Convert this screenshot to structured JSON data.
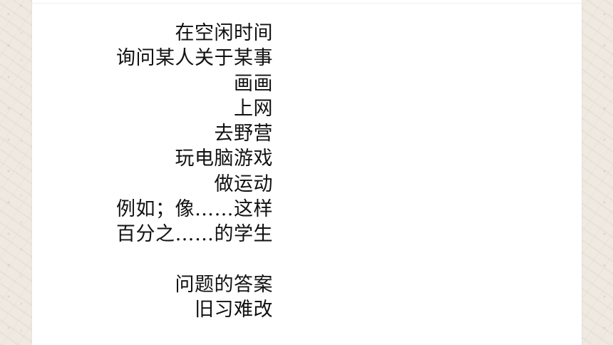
{
  "slide": {
    "lines": [
      "在空闲时间",
      "询问某人关于某事",
      "画画",
      "上网",
      "去野营",
      "玩电脑游戏",
      "做运动",
      "例如；像……这样",
      "百分之……的学生",
      "",
      "问题的答案",
      "旧习难改"
    ]
  },
  "colors": {
    "background": "#efe9e1",
    "panel": "#ffffff",
    "text": "#111111"
  }
}
